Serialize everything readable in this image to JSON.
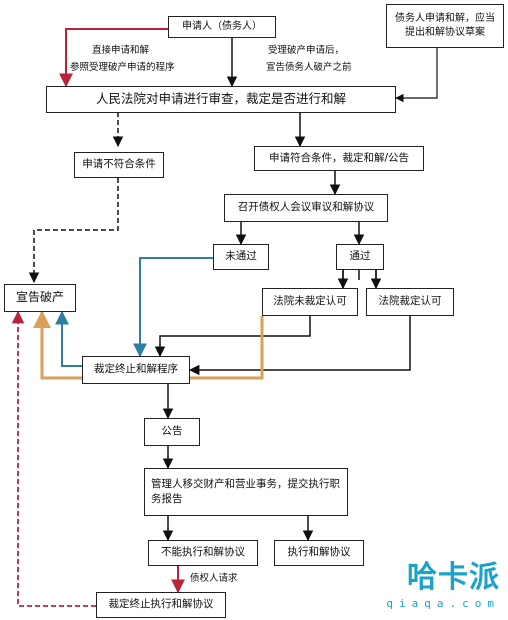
{
  "nodes": {
    "applicant": "申请人（债务人）",
    "debtor_propose": "债务人申请和解，应当提出和解协议草案",
    "court_review": "人民法院对申请进行审查，裁定是否进行和解",
    "not_meet": "申请不符合条件",
    "meet": "申请符合条件，裁定和解/公告",
    "creditors_meeting": "召开债权人会议审议和解协议",
    "not_passed": "未通过",
    "passed": "通过",
    "declare_bankruptcy": "宣告破产",
    "court_not_approve": "法院未裁定认可",
    "court_approve": "法院裁定认可",
    "terminate": "裁定终止和解程序",
    "announce": "公告",
    "manager_report": "管理人移交财产和营业事务，提交执行职务报告",
    "cannot_execute": "不能执行和解协议",
    "execute": "执行和解协议",
    "terminate_execution": "裁定终止执行和解协议"
  },
  "edge_labels": {
    "direct": "直接申请和解",
    "reference": "参照受理破产申请的程序",
    "after_accept": "受理破产申请后，",
    "before_declare": "宣告债务人破产之前",
    "creditor_request": "债权人请求"
  },
  "colors": {
    "red": "#b8243a",
    "blue": "#2f7fa3",
    "orange": "#d9a05b",
    "black": "#111111"
  },
  "watermark": {
    "brand": "哈卡派",
    "domain": "qiaqa.com"
  }
}
